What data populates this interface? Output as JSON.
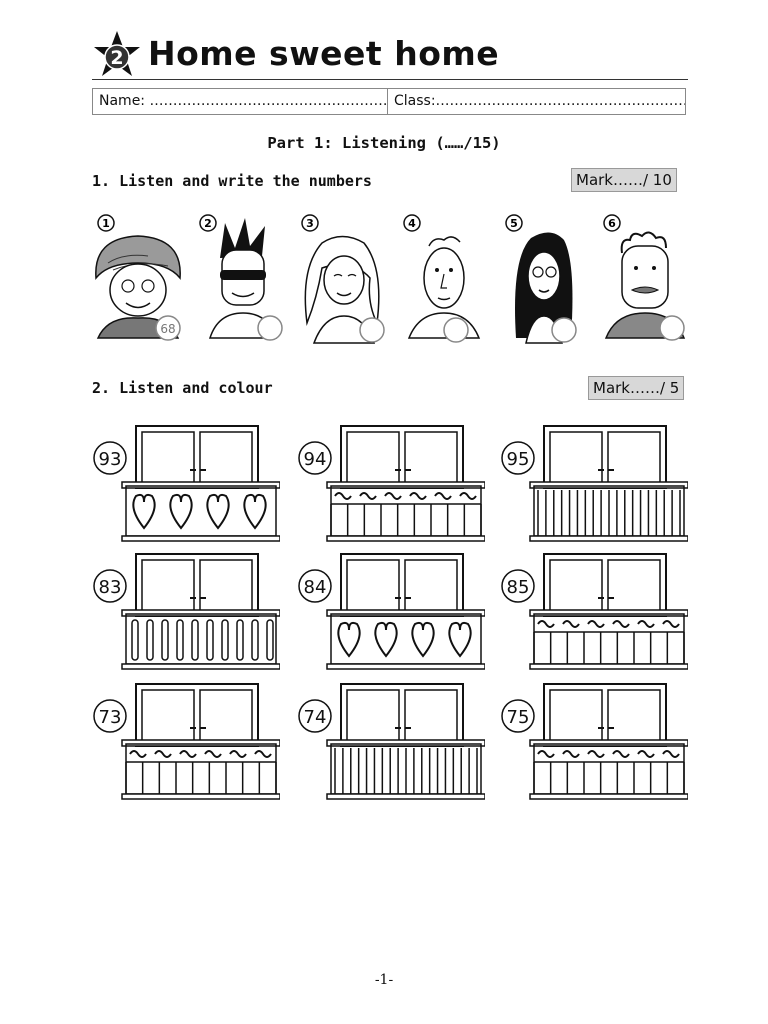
{
  "header": {
    "unit_number": "2",
    "title": "Home sweet home"
  },
  "student_box": {
    "name_label": "Name: ……………………………………………",
    "class_label": "Class:…………………………………………………"
  },
  "part": {
    "title": "Part 1: Listening (……/15)"
  },
  "section1": {
    "heading": "1. Listen and write the numbers",
    "mark": "Mark……/ 10",
    "faces": [
      {
        "label": "1",
        "answer": "68"
      },
      {
        "label": "2",
        "answer": ""
      },
      {
        "label": "3",
        "answer": ""
      },
      {
        "label": "4",
        "answer": ""
      },
      {
        "label": "5",
        "answer": ""
      },
      {
        "label": "6",
        "answer": ""
      }
    ]
  },
  "section2": {
    "heading": "2. Listen and colour",
    "mark": "Mark……/ 5",
    "balconies": [
      {
        "number": "93",
        "railing": "hearts"
      },
      {
        "number": "94",
        "railing": "scroll-bars"
      },
      {
        "number": "95",
        "railing": "bars"
      },
      {
        "number": "83",
        "railing": "balusters"
      },
      {
        "number": "84",
        "railing": "hearts"
      },
      {
        "number": "85",
        "railing": "scroll-bars"
      },
      {
        "number": "73",
        "railing": "scroll-bars"
      },
      {
        "number": "74",
        "railing": "bars"
      },
      {
        "number": "75",
        "railing": "scroll-bars"
      }
    ]
  },
  "footer": {
    "page_number": "-1-"
  }
}
